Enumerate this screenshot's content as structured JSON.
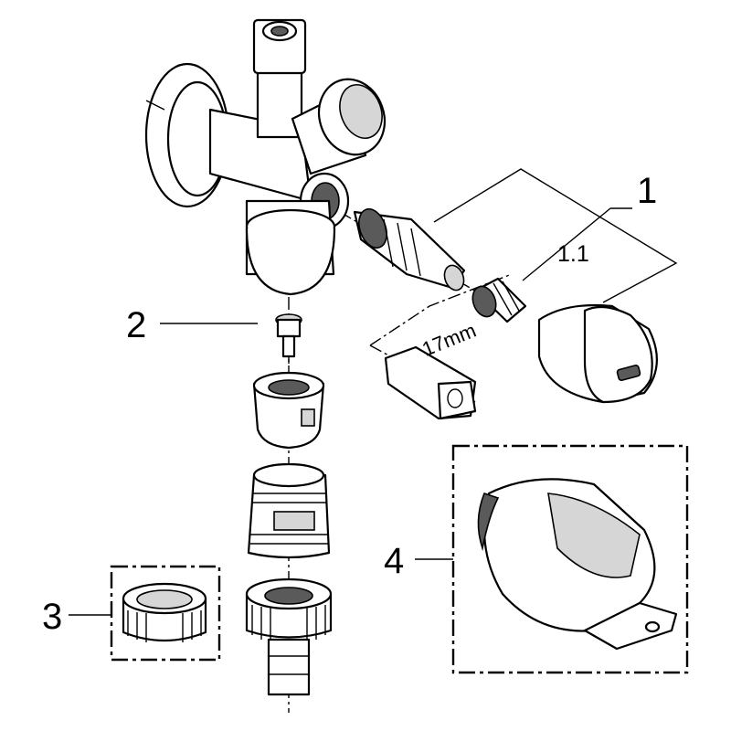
{
  "callouts": {
    "label_1": "1",
    "label_1_1": "1.1",
    "label_2": "2",
    "label_3": "3",
    "label_4": "4"
  },
  "dimension": {
    "wrench_size": "17mm"
  },
  "icons": {
    "angle_valve_body": "angle-valve-body-icon",
    "cartridge": "valve-cartridge-icon",
    "small_spindle": "spindle-icon",
    "handle_cap": "handle-cap-icon",
    "hex_key": "hex-key-icon",
    "check_valve": "check-valve-icon",
    "coupling_sleeve": "coupling-sleeve-icon",
    "threaded_adapter": "threaded-adapter-icon",
    "hose_connector": "hose-connector-icon",
    "union_nut": "union-nut-icon",
    "lock_cap": "lock-cap-icon"
  }
}
